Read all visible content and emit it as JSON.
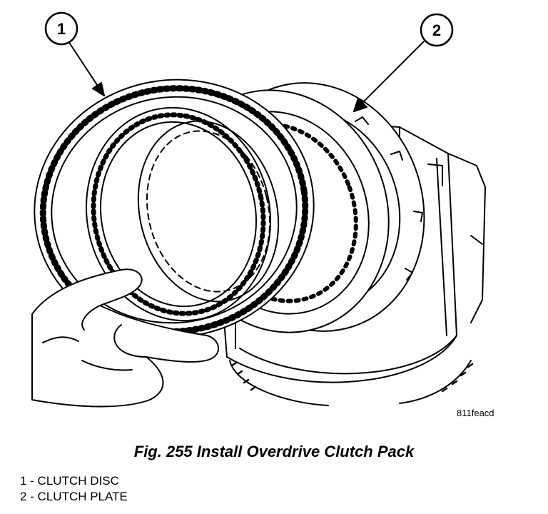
{
  "callouts": [
    {
      "number": "1"
    },
    {
      "number": "2"
    }
  ],
  "art_code": "811feacd",
  "caption": "Fig. 255 Install Overdrive Clutch Pack",
  "legend": [
    {
      "text": "1 - CLUTCH DISC"
    },
    {
      "text": "2 - CLUTCH PLATE"
    }
  ]
}
